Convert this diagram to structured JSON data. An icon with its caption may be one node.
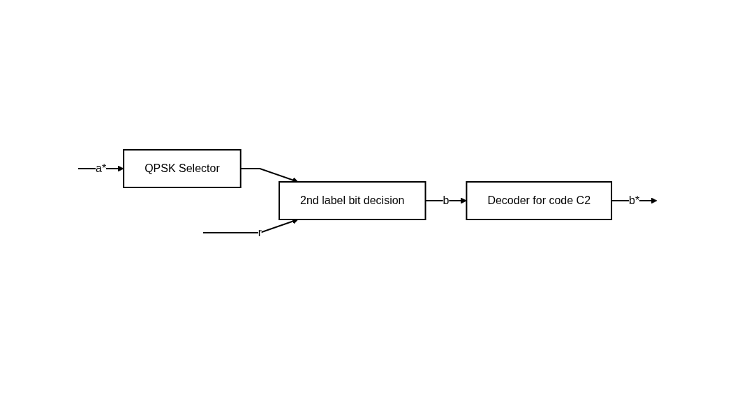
{
  "diagram": {
    "nodes": [
      {
        "text": [
          "QPSK Selector"
        ]
      },
      {
        "text": [
          "2nd label bit decision"
        ]
      },
      {
        "text": [
          "Decoder for code C2"
        ]
      }
    ],
    "edges": [
      {
        "from": null,
        "to": 0,
        "arrow": "to",
        "label": "a*"
      },
      {
        "from": 0,
        "to": 1,
        "arrow": "to"
      },
      {
        "from": null,
        "to": 1,
        "arrow": "to",
        "label": "r"
      },
      {
        "from": 1,
        "to": 2,
        "arrow": "to",
        "label": "b"
      },
      {
        "from": 2,
        "to": null,
        "arrow": "to",
        "label": "b*"
      }
    ]
  }
}
